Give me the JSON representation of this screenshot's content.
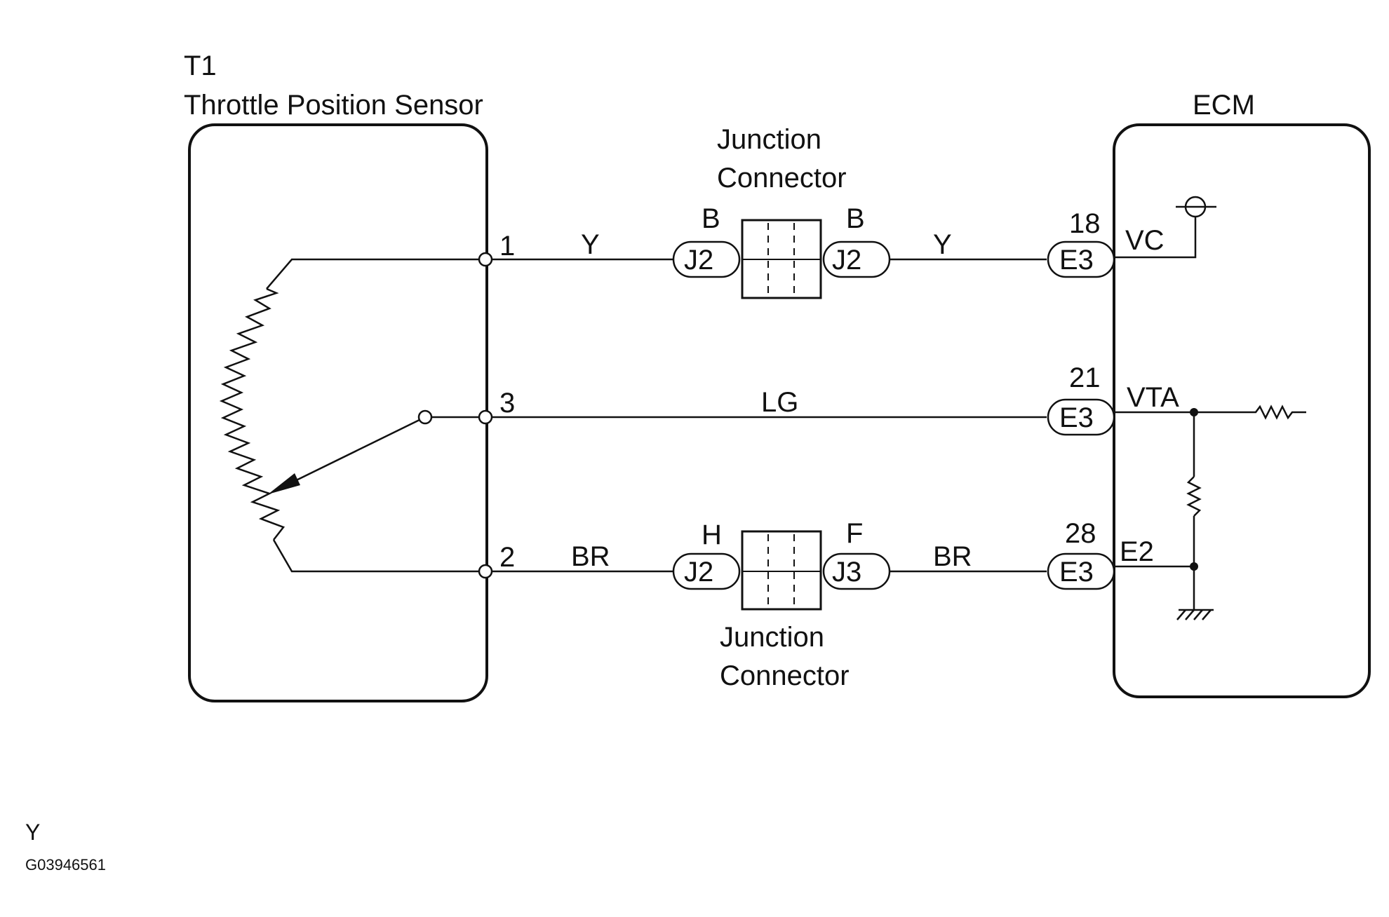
{
  "sensor": {
    "code": "T1",
    "name": "Throttle Position Sensor",
    "pins": [
      "1",
      "3",
      "2"
    ]
  },
  "ecm": {
    "name": "ECM",
    "terminals": [
      {
        "number": "18",
        "connector": "E3",
        "signal": "VC"
      },
      {
        "number": "21",
        "connector": "E3",
        "signal": "VTA"
      },
      {
        "number": "28",
        "connector": "E3",
        "signal": "E2"
      }
    ]
  },
  "wires": {
    "top_left": "Y",
    "top_right": "Y",
    "middle": "LG",
    "bottom_left": "BR",
    "bottom_right": "BR"
  },
  "junction_top": {
    "title_line1": "Junction",
    "title_line2": "Connector",
    "left_pin": "B",
    "left_connector": "J2",
    "right_pin": "B",
    "right_connector": "J2"
  },
  "junction_bottom": {
    "title_line1": "Junction",
    "title_line2": "Connector",
    "left_pin": "H",
    "left_connector": "J2",
    "right_pin": "F",
    "right_connector": "J3"
  },
  "footer": {
    "letter": "Y",
    "code": "G03946561"
  }
}
